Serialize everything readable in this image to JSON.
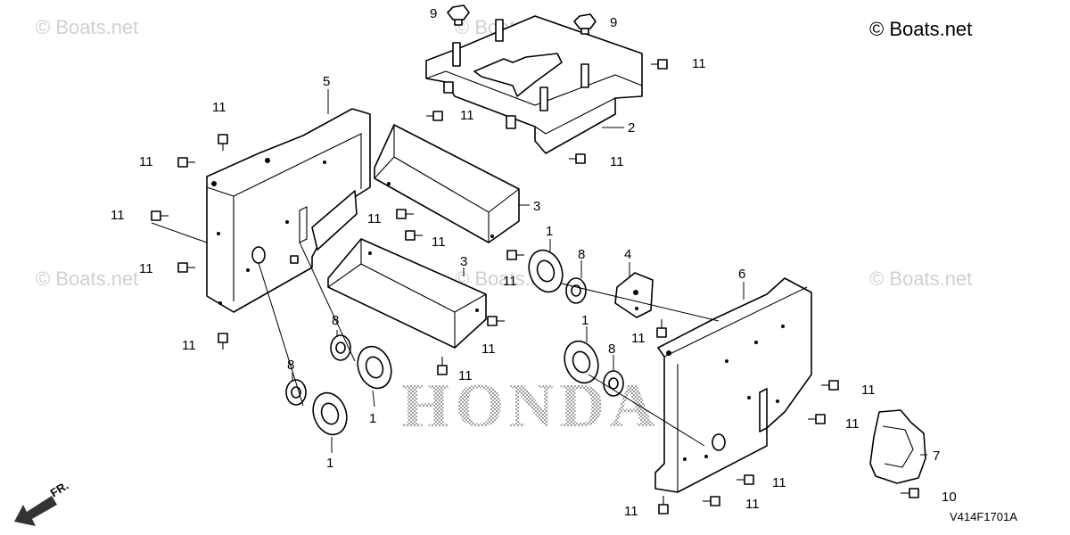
{
  "watermarks": [
    "© Boats.net",
    "© Boats.net",
    "© Boats.net",
    "© Boats.net",
    "© Boats.net"
  ],
  "copyright": "© Boats.net",
  "brand_mark": "HONDA",
  "diagram_code": "V414F1701A",
  "direction_label": "FR.",
  "part_numbers": {
    "p1": "1",
    "p2": "2",
    "p3": "3",
    "p4": "4",
    "p5": "5",
    "p6": "6",
    "p7": "7",
    "p8": "8",
    "p9": "9",
    "p10": "10",
    "p11": "11"
  }
}
